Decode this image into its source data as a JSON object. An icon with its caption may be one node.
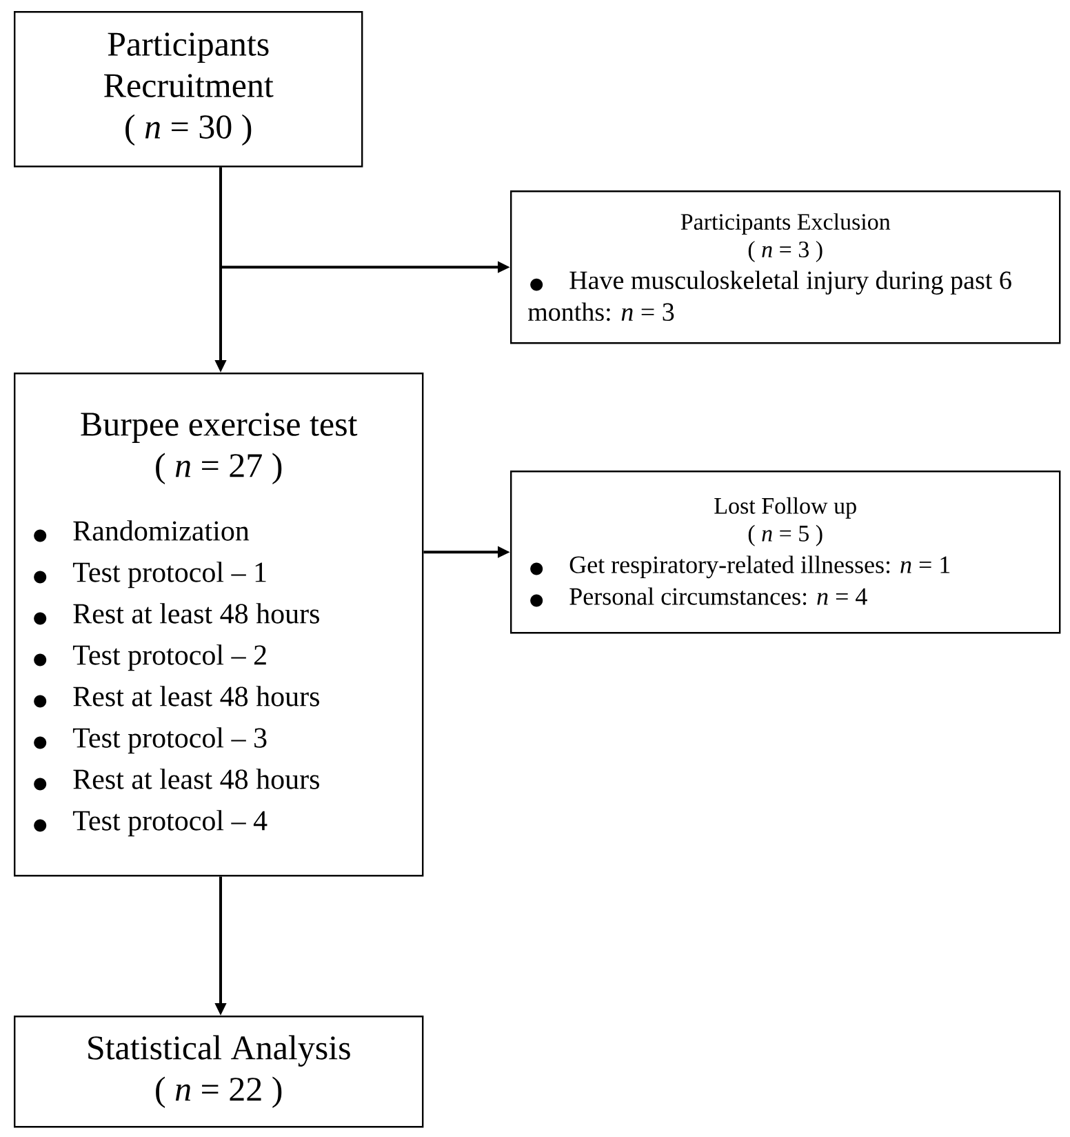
{
  "diagram": {
    "nodes": [
      {
        "text": [
          "Participants Recruitment",
          "( *n* = 30 )"
        ]
      },
      {
        "text": [
          "Participants Exclusion",
          "( *n* = 3 )",
          "Have musculoskeletal injury during past 6 months: *n* = 3"
        ]
      },
      {
        "text": [
          "Burpee exercise test",
          "( *n* = 27 )",
          "Randomization",
          "Test protocol – 1",
          "Rest at least 48 hours",
          "Test protocol – 2",
          "Rest at least 48 hours",
          "Test protocol – 3",
          "Rest at least 48 hours",
          "Test protocol – 4"
        ]
      },
      {
        "text": [
          "Lost Follow up",
          "( *n* = 5 )",
          "Get respiratory-related illnesses: *n* = 1",
          "Personal circumstances: *n* = 4"
        ]
      },
      {
        "text": [
          "Statistical Analysis",
          "( *n* = 22 )"
        ]
      }
    ],
    "edges": [
      {
        "from": 0,
        "to": 2,
        "arrow": "to"
      },
      {
        "from": 0,
        "to": 1,
        "arrow": "to"
      },
      {
        "from": 2,
        "to": 3,
        "arrow": "to"
      },
      {
        "from": 2,
        "to": 4,
        "arrow": "to"
      }
    ]
  }
}
